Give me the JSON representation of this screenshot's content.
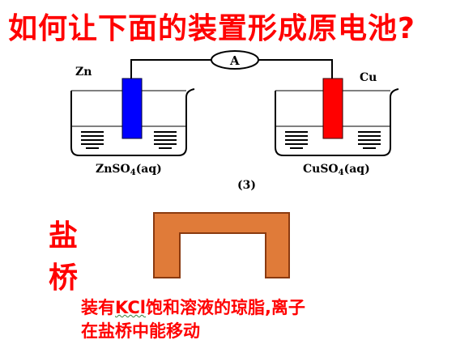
{
  "title": "如何让下面的装置形成原电池?",
  "ammeter_label": "A",
  "left_electrode": "Zn",
  "right_electrode": "Cu",
  "left_solution": {
    "formula": "ZnSO",
    "sub": "4",
    "state": "(aq)"
  },
  "right_solution": {
    "formula": "CuSO",
    "sub": "4",
    "state": "(aq)"
  },
  "figure_number": "(3)",
  "salt_bridge_label": [
    "盐",
    "桥"
  ],
  "description": {
    "pre": "装有",
    "kcl": "KCl",
    "post": "饱和溶液的琼脂,离子",
    "line2": "在盐桥中能移动"
  },
  "colors": {
    "title": "#ff0000",
    "zn_electrode": "#0000ff",
    "cu_electrode": "#ff0000",
    "salt_bridge": "#e07b39"
  }
}
